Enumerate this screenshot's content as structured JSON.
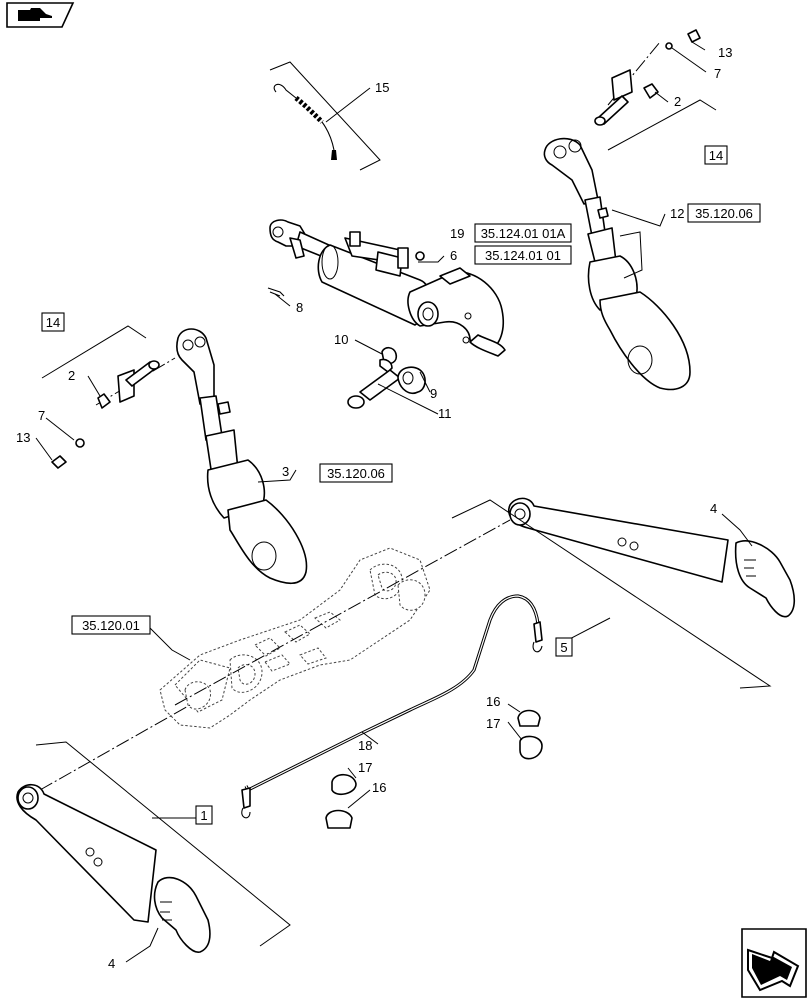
{
  "diagram": {
    "callouts": {
      "c1": "1",
      "c2a": "2",
      "c2b": "2",
      "c3": "3",
      "c4a": "4",
      "c4b": "4",
      "c5": "5",
      "c6": "6",
      "c7a": "7",
      "c7b": "7",
      "c8": "8",
      "c9": "9",
      "c10": "10",
      "c11": "11",
      "c12": "12",
      "c13a": "13",
      "c13b": "13",
      "c14a": "14",
      "c14b": "14",
      "c15": "15",
      "c16a": "16",
      "c16b": "16",
      "c17a": "17",
      "c17b": "17",
      "c18": "18",
      "c19": "19"
    },
    "references": {
      "ref_35_124_01_01A": "35.124.01 01A",
      "ref_35_124_01_01": "35.124.01 01",
      "ref_35_120_06_top": "35.120.06",
      "ref_35_120_06_mid": "35.120.06",
      "ref_35_120_01": "35.120.01"
    }
  },
  "icons": {
    "top_left": "hand-pointer-icon",
    "bottom_right": "next-page-arrow-icon"
  }
}
